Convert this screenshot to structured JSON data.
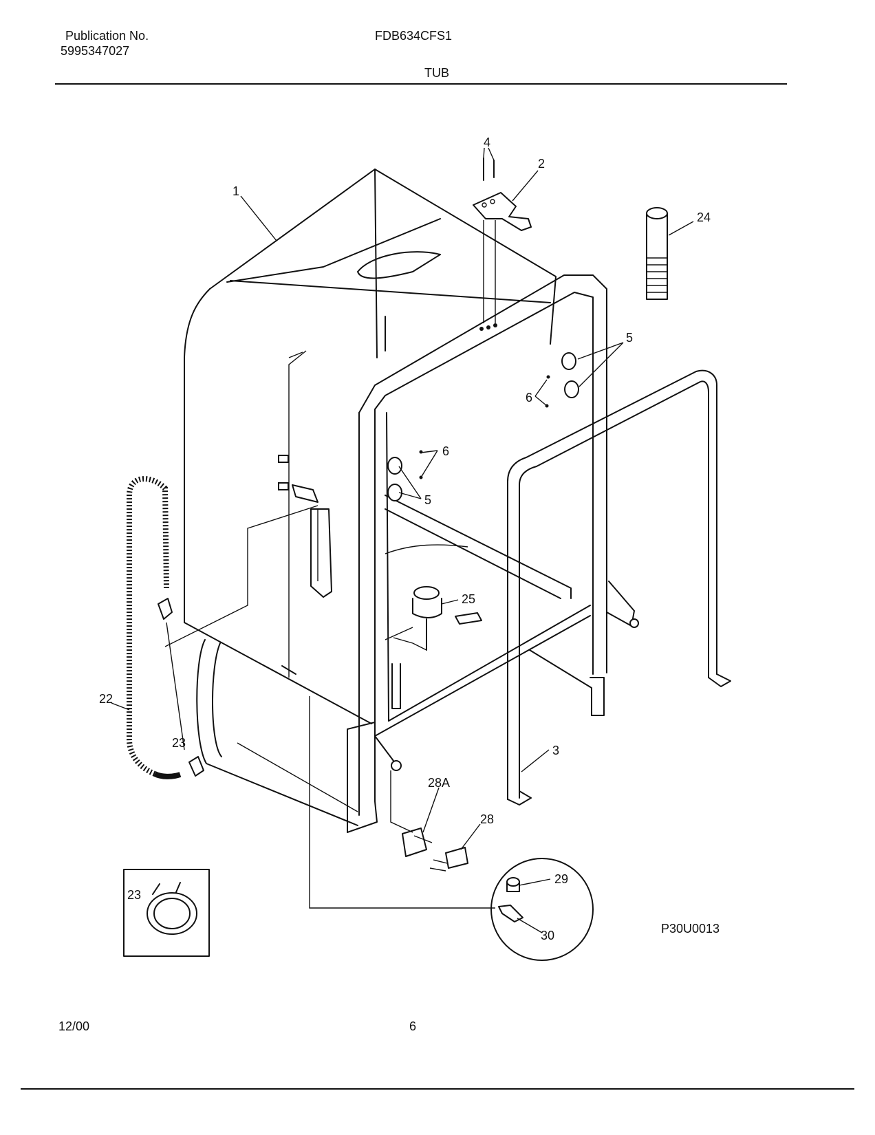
{
  "header": {
    "publication_label": "Publication No.",
    "publication_number": "5995347027",
    "model": "FDB634CFS1",
    "section_title": "TUB"
  },
  "diagram": {
    "callouts": [
      "1",
      "2",
      "3",
      "4",
      "5",
      "5",
      "6",
      "6",
      "22",
      "23",
      "23",
      "24",
      "25",
      "28",
      "28A",
      "29",
      "30"
    ],
    "figure_code": "P30U0013"
  },
  "footer": {
    "date": "12/00",
    "page": "6"
  }
}
